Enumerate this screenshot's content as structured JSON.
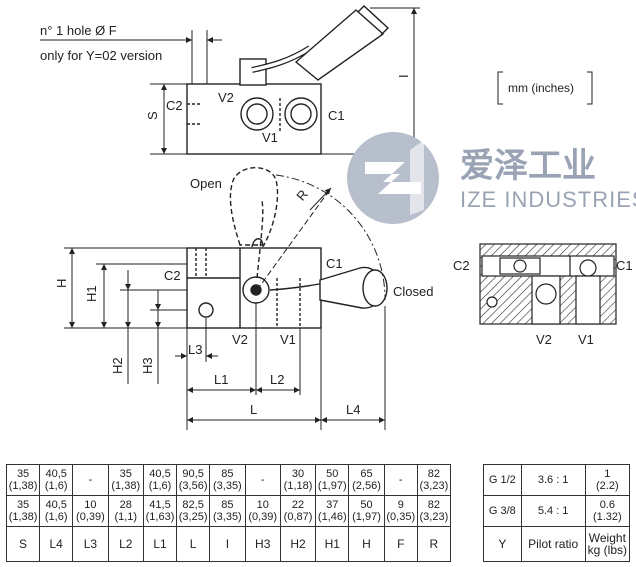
{
  "labels": {
    "hole_note_line1": "n° 1 hole Ø F",
    "hole_note_line2": "only for Y=02 version",
    "units": "mm (inches)",
    "open": "Open",
    "closed": "Closed",
    "radius": "R",
    "port_c1": "C1",
    "port_c2": "C2",
    "port_v1": "V1",
    "port_v2": "V2",
    "dim_s": "S",
    "dim_i": "I",
    "dim_h": "H",
    "dim_h1": "H1",
    "dim_h2": "H2",
    "dim_h3": "H3",
    "dim_l": "L",
    "dim_l1": "L1",
    "dim_l2": "L2",
    "dim_l3": "L3",
    "dim_l4": "L4"
  },
  "logo": {
    "chinese": "爱泽工业",
    "english": "IZE INDUSTRIES",
    "color": "#9aa3b3"
  },
  "table": {
    "dimension_rows": [
      [
        [
          "35",
          "(1,38)"
        ],
        [
          "40,5",
          "(1,6)"
        ],
        [
          "-",
          ""
        ],
        [
          "35",
          "(1,38)"
        ],
        [
          "40,5",
          "(1,6)"
        ],
        [
          "90,5",
          "(3,56)"
        ],
        [
          "85",
          "(3,35)"
        ],
        [
          "-",
          ""
        ],
        [
          "30",
          "(1,18)"
        ],
        [
          "50",
          "(1,97)"
        ],
        [
          "65",
          "(2,56)"
        ],
        [
          "-",
          ""
        ],
        [
          "82",
          "(3,23)"
        ]
      ],
      [
        [
          "35",
          "(1,38)"
        ],
        [
          "40,5",
          "(1,6)"
        ],
        [
          "10",
          "(0,39)"
        ],
        [
          "28",
          "(1,1)"
        ],
        [
          "41,5",
          "(1,63)"
        ],
        [
          "82,5",
          "(3,25)"
        ],
        [
          "85",
          "(3,35)"
        ],
        [
          "10",
          "(0,39)"
        ],
        [
          "22",
          "(0,87)"
        ],
        [
          "37",
          "(1,46)"
        ],
        [
          "50",
          "(1,97)"
        ],
        [
          "9",
          "(0,35)"
        ],
        [
          "82",
          "(3,23)"
        ]
      ]
    ],
    "model_rows": [
      {
        "y": "G 1/2",
        "pilot_ratio": "3.6 : 1",
        "weight": "1",
        "weight_lbs": "(2.2)"
      },
      {
        "y": "G 3/8",
        "pilot_ratio": "5.4 : 1",
        "weight": "0.6",
        "weight_lbs": "(1.32)"
      }
    ],
    "headers": [
      "S",
      "L4",
      "L3",
      "L2",
      "L1",
      "L",
      "I",
      "H3",
      "H2",
      "H1",
      "H",
      "F",
      "R"
    ],
    "header_y": "Y",
    "header_pilot": "Pilot ratio",
    "header_weight": "Weight",
    "header_weight_unit": "kg (lbs)"
  }
}
